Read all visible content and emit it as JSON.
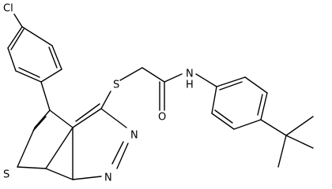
{
  "molecule": {
    "atom_labels": {
      "cl": "Cl",
      "s_thioether": "S",
      "s_thiophene": "S",
      "n_amide": "N",
      "h_amide": "H",
      "o": "O",
      "n_ring_1": "N",
      "n_ring_2": "N"
    },
    "colors": {
      "bond": "#000000",
      "label": "#000000",
      "background": "#ffffff"
    }
  }
}
